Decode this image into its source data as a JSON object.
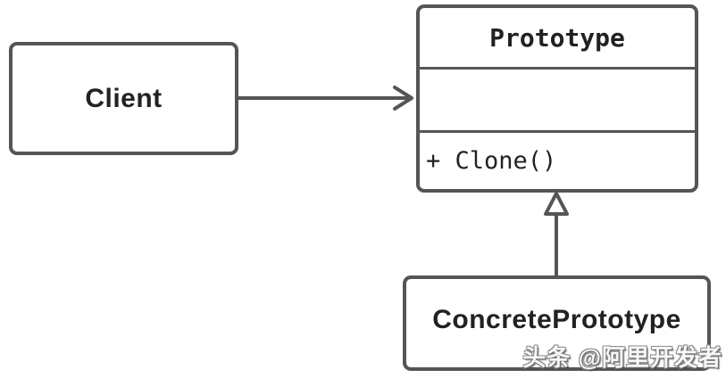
{
  "diagram": {
    "client": {
      "label": "Client"
    },
    "prototype_class": {
      "name": "Prototype",
      "attributes": "",
      "method": "+ Clone()"
    },
    "concrete_class": {
      "label": "ConcretePrototype"
    },
    "relations": {
      "client_to_prototype": "association-arrow",
      "concrete_to_prototype": "inheritance-arrow"
    },
    "watermark": "头条 @阿里开发者",
    "colors": {
      "stroke": "#555555",
      "text": "#222222",
      "background": "#ffffff"
    }
  }
}
